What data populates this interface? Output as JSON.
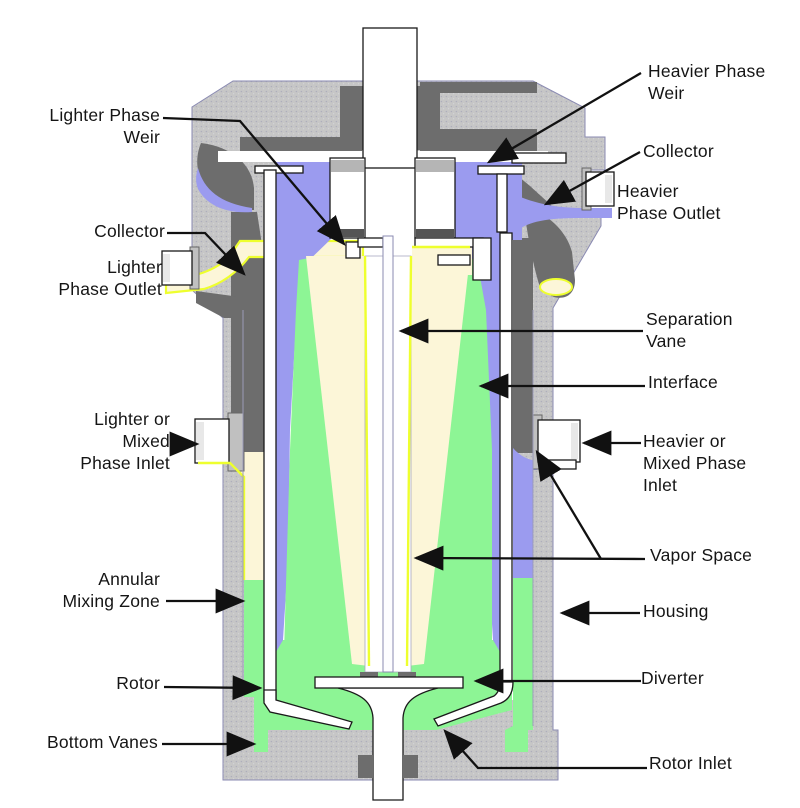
{
  "diagram": {
    "type": "labeled-cutaway-diagram",
    "subject": "annular-centrifugal-contactor-cross-section",
    "labels": {
      "lighter_phase_weir": "Lighter Phase\nWeir",
      "collector_left": "Collector",
      "lighter_phase_outlet": "Lighter\nPhase Outlet",
      "lighter_mixed_inlet": "Lighter or\nMixed\nPhase Inlet",
      "annular_mixing_zone": "Annular\nMixing Zone",
      "rotor": "Rotor",
      "bottom_vanes": "Bottom Vanes",
      "heavier_phase_weir": "Heavier Phase\nWeir",
      "collector_right": "Collector",
      "heavier_phase_outlet": "Heavier\nPhase Outlet",
      "separation_vane": "Separation\nVane",
      "interface": "Interface",
      "heavier_mixed_inlet": "Heavier or\nMixed Phase\nInlet",
      "vapor_space": "Vapor Space",
      "housing": "Housing",
      "diverter": "Diverter",
      "rotor_inlet": "Rotor Inlet"
    },
    "colors": {
      "housing_gray": "#c6c6c6",
      "passage_dark": "#6d6d6d",
      "heavier_phase_blue": "#9b9bef",
      "lighter_phase_cream": "#fcf6d8",
      "outline_yellow": "#eeff2e",
      "mixed_phase_green": "#8df595",
      "metal_white": "#ffffff",
      "housing_edge": "#8a8ab2",
      "label_text": "#151515"
    }
  }
}
